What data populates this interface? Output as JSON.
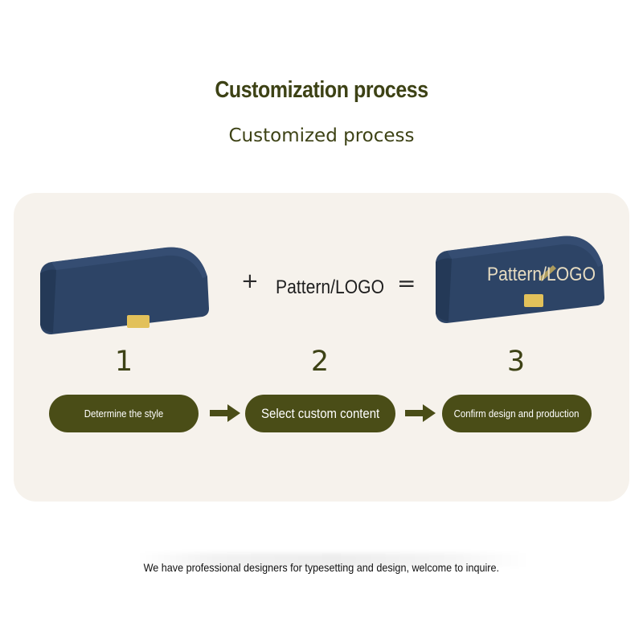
{
  "header": {
    "title": "Customization process",
    "subtitle": "Customized process"
  },
  "formula": {
    "plus": "+",
    "middle_text": "Pattern/LOGO",
    "equals": "=",
    "case_logo_text": "Pattern/LOGO"
  },
  "steps": [
    {
      "number": "1",
      "label": "Determine the style"
    },
    {
      "number": "2",
      "label": "Select custom content"
    },
    {
      "number": "3",
      "label": "Confirm design and production"
    }
  ],
  "footer": {
    "text": "We have professional designers for typesetting and design, welcome to inquire."
  },
  "colors": {
    "accent": "#4a4d17",
    "heading": "#3d4215",
    "panel": "#f6f2ec",
    "case_body": "#2d4466",
    "clasp": "#e2c15a"
  },
  "icons": [
    "glasses-case-icon",
    "arrow-right-icon"
  ]
}
